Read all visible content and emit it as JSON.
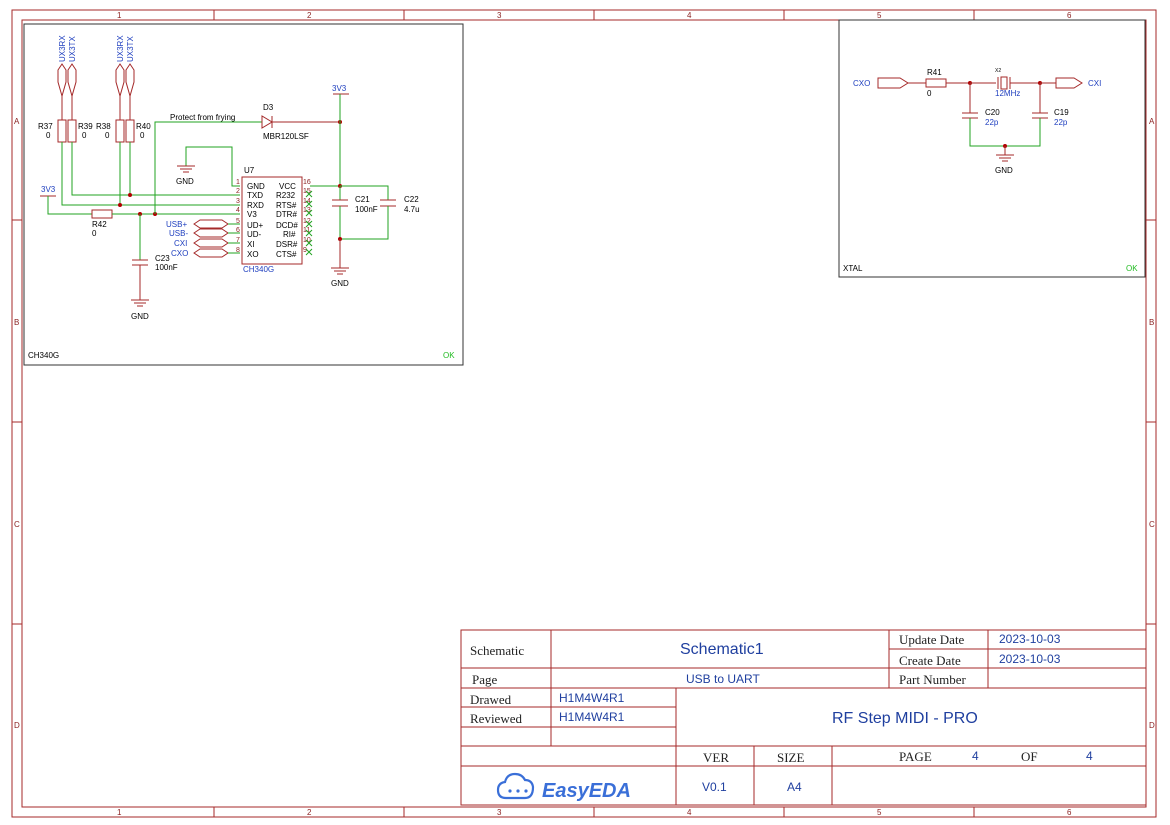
{
  "frame": {
    "zones_top": [
      "1",
      "2",
      "3",
      "4",
      "5",
      "6"
    ],
    "zones_side": [
      "A",
      "B",
      "C",
      "D"
    ]
  },
  "ch340_box": {
    "title": "CH340G",
    "status": "OK",
    "net_labels_top": [
      "UX3RX",
      "UX3TX",
      "UX3RX",
      "UX3TX"
    ],
    "note": "Protect from frying",
    "diode": {
      "ref": "D3",
      "value": "MBR120LSF"
    },
    "power": {
      "rail_3v3_top": "3V3",
      "rail_3v3_left": "3V3"
    },
    "grounds": [
      "GND",
      "GND",
      "GND"
    ],
    "resistors": [
      {
        "ref": "R37",
        "value": "0"
      },
      {
        "ref": "R39",
        "value": "0"
      },
      {
        "ref": "R38",
        "value": "0"
      },
      {
        "ref": "R40",
        "value": "0"
      },
      {
        "ref": "R42",
        "value": "0"
      }
    ],
    "capacitors": [
      {
        "ref": "C23",
        "value": "100nF"
      },
      {
        "ref": "C21",
        "value": "100nF"
      },
      {
        "ref": "C22",
        "value": "4.7u"
      }
    ],
    "ic": {
      "ref": "U7",
      "name": "CH340G",
      "left_pins": [
        {
          "num": "1",
          "name": "GND"
        },
        {
          "num": "2",
          "name": "TXD"
        },
        {
          "num": "3",
          "name": "RXD"
        },
        {
          "num": "4",
          "name": "V3"
        },
        {
          "num": "5",
          "name": "UD+"
        },
        {
          "num": "6",
          "name": "UD-"
        },
        {
          "num": "7",
          "name": "XI"
        },
        {
          "num": "8",
          "name": "XO"
        }
      ],
      "right_pins": [
        {
          "num": "16",
          "name": "VCC"
        },
        {
          "num": "15",
          "name": "R232"
        },
        {
          "num": "14",
          "name": "RTS#"
        },
        {
          "num": "13",
          "name": "DTR#"
        },
        {
          "num": "12",
          "name": "DCD#"
        },
        {
          "num": "11",
          "name": "RI#"
        },
        {
          "num": "10",
          "name": "DSR#"
        },
        {
          "num": "9",
          "name": "CTS#"
        }
      ]
    },
    "ports": [
      "USB+",
      "USB-",
      "CXI",
      "CXO"
    ]
  },
  "xtal_box": {
    "title": "XTAL",
    "status": "OK",
    "ports": {
      "left": "CXO",
      "right": "CXI"
    },
    "resistor": {
      "ref": "R41",
      "value": "0"
    },
    "crystal": {
      "ref": "X2",
      "value": "12MHz"
    },
    "capacitors": [
      {
        "ref": "C20",
        "value": "22p"
      },
      {
        "ref": "C19",
        "value": "22p"
      }
    ],
    "ground": "GND"
  },
  "title_block": {
    "schematic_label": "Schematic",
    "schematic_value": "Schematic1",
    "update_label": "Update Date",
    "update_value": "2023-10-03",
    "create_label": "Create Date",
    "create_value": "2023-10-03",
    "page_label": "Page",
    "page_value": "USB to UART",
    "part_label": "Part Number",
    "part_value": "",
    "drawed_label": "Drawed",
    "drawed_value": "H1M4W4R1",
    "reviewed_label": "Reviewed",
    "reviewed_value": "H1M4W4R1",
    "project": "RF Step MIDI - PRO",
    "ver_label": "VER",
    "ver_value": "V0.1",
    "size_label": "SIZE",
    "size_value": "A4",
    "pg_label": "PAGE",
    "pg_value": "4",
    "of_label": "OF",
    "of_value": "4",
    "logo": "EasyEDA"
  },
  "colors": {
    "frame": "#a52a2a",
    "wire": "#22a322",
    "text_blue": "#1f3fbf",
    "junction": "#b00000"
  }
}
